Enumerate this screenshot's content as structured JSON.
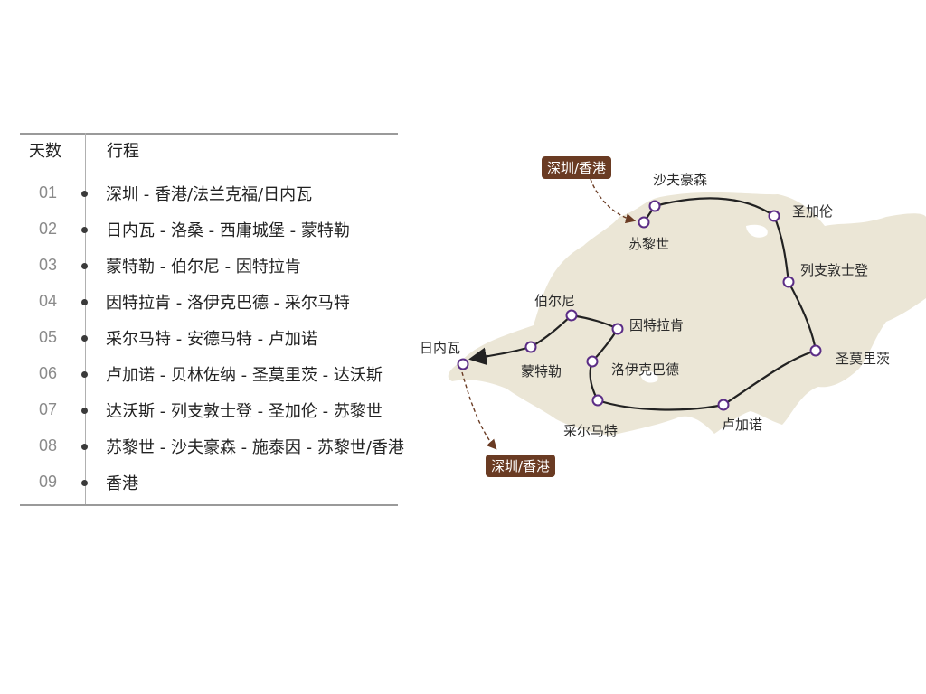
{
  "table": {
    "head_day": "天数",
    "head_route": "行程",
    "rows": [
      {
        "day": "01",
        "route": "深圳 - 香港/法兰克福/日内瓦"
      },
      {
        "day": "02",
        "route": "日内瓦 - 洛桑 - 西庸城堡 - 蒙特勒"
      },
      {
        "day": "03",
        "route": "蒙特勒 - 伯尔尼 - 因特拉肯"
      },
      {
        "day": "04",
        "route": "因特拉肯 - 洛伊克巴德 - 采尔马特"
      },
      {
        "day": "05",
        "route": "采尔马特 - 安德马特 - 卢加诺"
      },
      {
        "day": "06",
        "route": "卢加诺 - 贝林佐纳 - 圣莫里茨 - 达沃斯"
      },
      {
        "day": "07",
        "route": "达沃斯 - 列支敦士登 - 圣加伦 - 苏黎世"
      },
      {
        "day": "08",
        "route": "苏黎世 - 沙夫豪森 - 施泰因 - 苏黎世/香港"
      },
      {
        "day": "09",
        "route": "香港"
      }
    ]
  },
  "map": {
    "colors": {
      "land": "#ebe6d6",
      "route_line": "#222222",
      "stop_ring": "#5b2d86",
      "flight_arrow": "#6a3b23",
      "badge": "#6a3b23"
    },
    "badges": {
      "start": "深圳/香港",
      "end": "深圳/香港"
    },
    "cities": {
      "zurich": "苏黎世",
      "schaffhausen": "沙夫豪森",
      "st_gallen": "圣加伦",
      "liechtenstein": "列支敦士登",
      "st_moritz": "圣莫里茨",
      "lugano": "卢加诺",
      "zermatt": "采尔马特",
      "leukerbad": "洛伊克巴德",
      "interlaken": "因特拉肯",
      "bern": "伯尔尼",
      "montreux": "蒙特勒",
      "geneva": "日内瓦"
    }
  }
}
